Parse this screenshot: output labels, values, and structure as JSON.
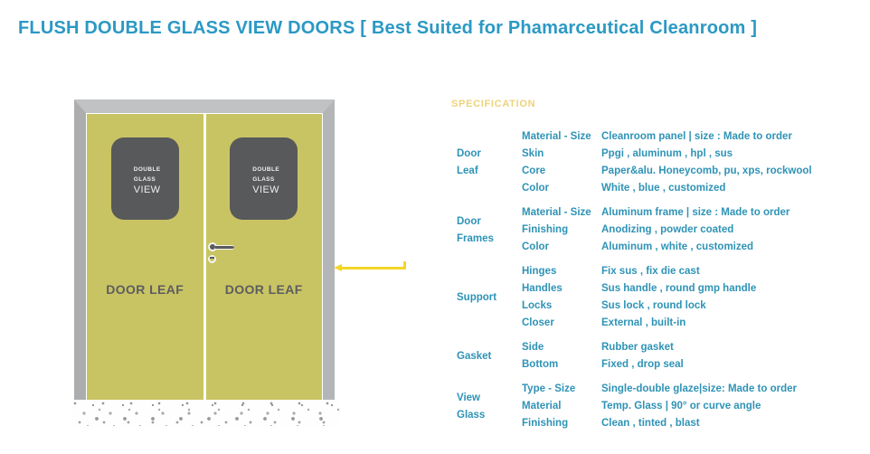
{
  "title": "FLUSH DOUBLE GLASS VIEW DOORS [ Best Suited for Phamarceutical Cleanroom ]",
  "colors": {
    "title": "#2b99c4",
    "spec_heading": "#eed37c",
    "spec_text": "#2e93b6",
    "door_leaf": "#c9c463",
    "door_frame": "#b0b2b4",
    "window": "#58595b",
    "window_text": "#ededed",
    "leaf_label": "#5c5d60",
    "arrow": "#f5d626"
  },
  "diagram": {
    "leaf_label": "DOOR LEAF",
    "window_lines": [
      "DOUBLE",
      "GLASS",
      "VIEW"
    ]
  },
  "spec": {
    "heading": "SPECIFICATION",
    "groups": [
      {
        "category": [
          "Door",
          "Leaf"
        ],
        "rows": [
          {
            "property": "Material - Size",
            "value": "Cleanroom panel | size : Made to order"
          },
          {
            "property": "Skin",
            "value": "Ppgi , aluminum , hpl , sus"
          },
          {
            "property": "Core",
            "value": "Paper&alu. Honeycomb, pu, xps, rockwool"
          },
          {
            "property": "Color",
            "value": "White , blue , customized"
          }
        ]
      },
      {
        "category": [
          "Door",
          "Frames"
        ],
        "rows": [
          {
            "property": "Material - Size",
            "value": "Aluminum frame | size : Made to order"
          },
          {
            "property": "Finishing",
            "value": "Anodizing , powder coated"
          },
          {
            "property": "Color",
            "value": "Aluminum , white , customized"
          }
        ]
      },
      {
        "category": [
          "Support"
        ],
        "rows": [
          {
            "property": "Hinges",
            "value": "Fix sus , fix die cast"
          },
          {
            "property": "Handles",
            "value": "Sus handle , round gmp handle"
          },
          {
            "property": "Locks",
            "value": "Sus lock , round lock"
          },
          {
            "property": "Closer",
            "value": "External , built-in"
          }
        ]
      },
      {
        "category": [
          "Gasket"
        ],
        "rows": [
          {
            "property": "Side",
            "value": "Rubber gasket"
          },
          {
            "property": "Bottom",
            "value": "Fixed , drop seal"
          }
        ]
      },
      {
        "category": [
          "View",
          "Glass"
        ],
        "rows": [
          {
            "property": "Type - Size",
            "value": "Single-double glaze|size: Made to order"
          },
          {
            "property": "Material",
            "value": "Temp. Glass | 90° or curve angle"
          },
          {
            "property": "Finishing",
            "value": "Clean , tinted , blast"
          }
        ]
      }
    ]
  }
}
